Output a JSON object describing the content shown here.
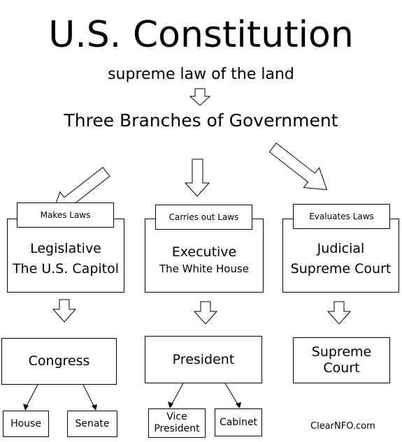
{
  "title": "U.S. Constitution",
  "subtitle": "supreme law of the land",
  "heading": "Three Branches of Government",
  "branches": [
    {
      "tag": "Makes Laws",
      "name": "Legislative",
      "sub": "The U.S. Capitol",
      "body": "Congress",
      "children": [
        "House",
        "Senate"
      ]
    },
    {
      "tag": "Carries out Laws",
      "name": "Executive",
      "sub": "The White House",
      "body": "President",
      "children": [
        "Vice President",
        "Cabinet"
      ]
    },
    {
      "tag": "Evaluates Laws",
      "name": "Judicial",
      "sub": "Supreme Court",
      "body": "Supreme Court",
      "children": []
    }
  ],
  "credit": "ClearNFO.com"
}
